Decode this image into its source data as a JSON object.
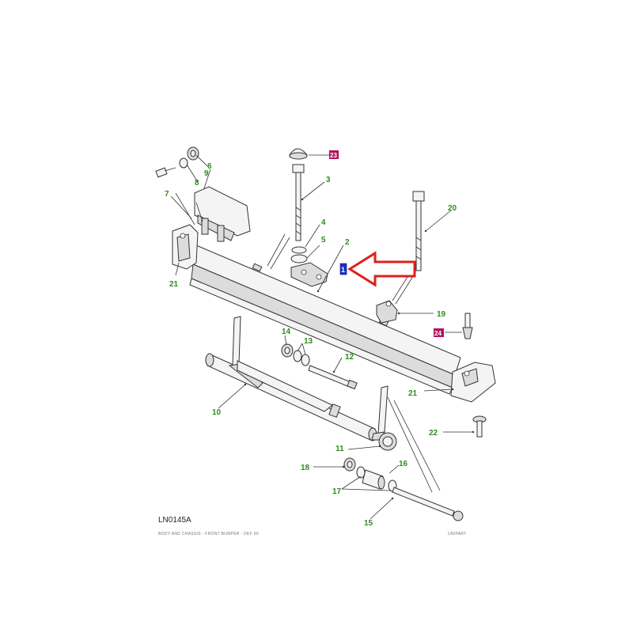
{
  "diagram": {
    "figure_code": "LN0145A",
    "caption_left": "BODY AND CHASSIS - FRONT BUMPER - DEF 90",
    "caption_right": "UNIPART",
    "colors": {
      "label_green": "#2e8b1e",
      "badge_pink": "#b0155f",
      "badge_blue": "#1a2fbf",
      "arrow_red": "#e0201a",
      "line": "#333333"
    },
    "callouts": {
      "c1": "1",
      "c2": "2",
      "c3": "3",
      "c4": "4",
      "c5": "5",
      "c6": "6",
      "c7": "7",
      "c8": "8",
      "c9": "9",
      "c10": "10",
      "c11": "11",
      "c12": "12",
      "c13": "13",
      "c14": "14",
      "c15": "15",
      "c16": "16",
      "c17": "17",
      "c18": "18",
      "c19": "19",
      "c20": "20",
      "c21a": "21",
      "c21b": "21",
      "c22": "22",
      "c23": "23",
      "c24": "24"
    },
    "pointer": {
      "icon": "red-arrow-left-icon"
    }
  }
}
